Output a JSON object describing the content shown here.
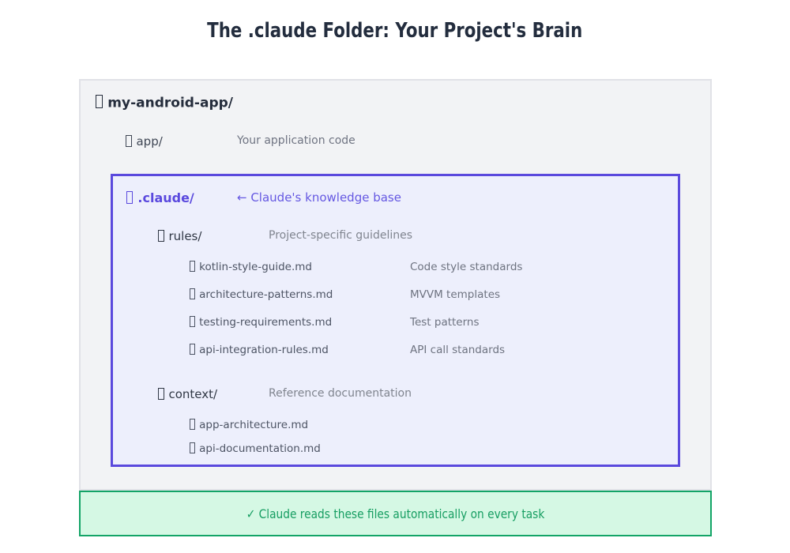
{
  "title": "The .claude Folder: Your Project's Brain",
  "tree": {
    "root": {
      "label": "my-android-app/"
    },
    "app": {
      "label": "app/",
      "desc": "Your application code"
    },
    "claude": {
      "label": ".claude/",
      "desc": "← Claude's knowledge base",
      "rules": {
        "label": "rules/",
        "desc": "Project-specific guidelines",
        "files": [
          {
            "name": "kotlin-style-guide.md",
            "desc": "Code style standards"
          },
          {
            "name": "architecture-patterns.md",
            "desc": "MVVM templates"
          },
          {
            "name": "testing-requirements.md",
            "desc": "Test patterns"
          },
          {
            "name": "api-integration-rules.md",
            "desc": "API call standards"
          }
        ]
      },
      "context": {
        "label": "context/",
        "desc": "Reference documentation",
        "files": [
          {
            "name": "app-architecture.md"
          },
          {
            "name": "api-documentation.md"
          }
        ]
      }
    }
  },
  "banner": {
    "text": "✓ Claude reads these files automatically on every task"
  },
  "icons": {
    "folder": "missing-glyph-folder-icon",
    "file": "missing-glyph-file-icon"
  },
  "colors": {
    "title_text": "#232d3e",
    "panel_bg": "#f2f3f5",
    "panel_border": "#e1e2e7",
    "claude_box_border": "#5a49dd",
    "claude_box_bg": "#edeffc",
    "claude_text": "#5a49de",
    "banner_bg": "#d5f8e4",
    "banner_border": "#13a467",
    "banner_text": "#179e62"
  }
}
